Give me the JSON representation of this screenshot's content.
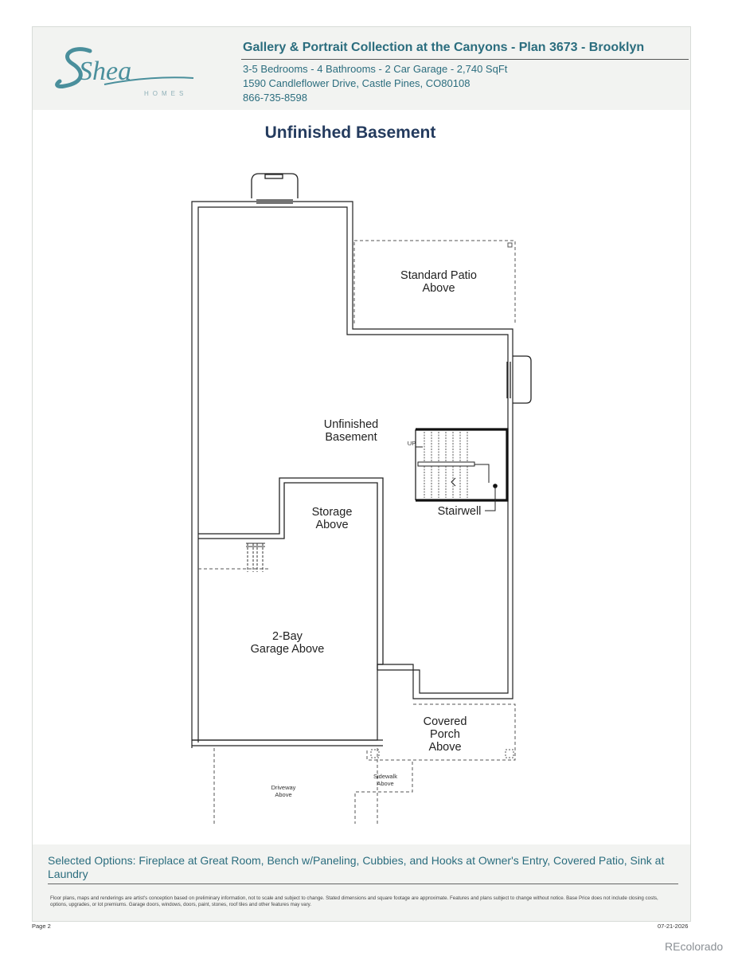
{
  "header": {
    "brand": "Shea",
    "brand_sub": "HOMES",
    "title": "Gallery & Portrait Collection at the Canyons - Plan 3673 - Brooklyn",
    "specs": "3-5 Bedrooms - 4 Bathrooms - 2 Car Garage - 2,740 SqFt",
    "address": "1590 Candleflower Drive, Castle Pines, CO80108",
    "phone": "866-735-8598"
  },
  "plan": {
    "title": "Unfinished Basement",
    "rooms": {
      "patio": "Standard Patio\nAbove",
      "basement": "Unfinished\nBasement",
      "storage": "Storage\nAbove",
      "stairwell": "Stairwell",
      "garage": "2-Bay\nGarage Above",
      "porch": "Covered\nPorch\nAbove",
      "up": "UP",
      "driveway": "Driveway\nAbove",
      "sidewalk": "Sidewalk\nAbove"
    }
  },
  "footer": {
    "options": "Selected Options: Fireplace at Great Room, Bench w/Paneling, Cubbies, and Hooks at Owner's Entry, Covered Patio, Sink at Laundry",
    "disclaimer": "Floor plans, maps and renderings are artist's conception based on preliminary information, not to scale and subject to change. Stated dimensions and square footage are approximate. Features and plans subject to change without notice. Base Price does not include closing costs, options, upgrades, or lot premiums. Garage doors, windows, doors, paint, stones, roof tiles and other features may vary.",
    "page": "Page 2",
    "date": "07-21-2026"
  },
  "watermark": "REcolorado",
  "colors": {
    "brand_teal": "#2b6d7e",
    "title_navy": "#243b5e",
    "header_bg": "#f2f3f1"
  }
}
